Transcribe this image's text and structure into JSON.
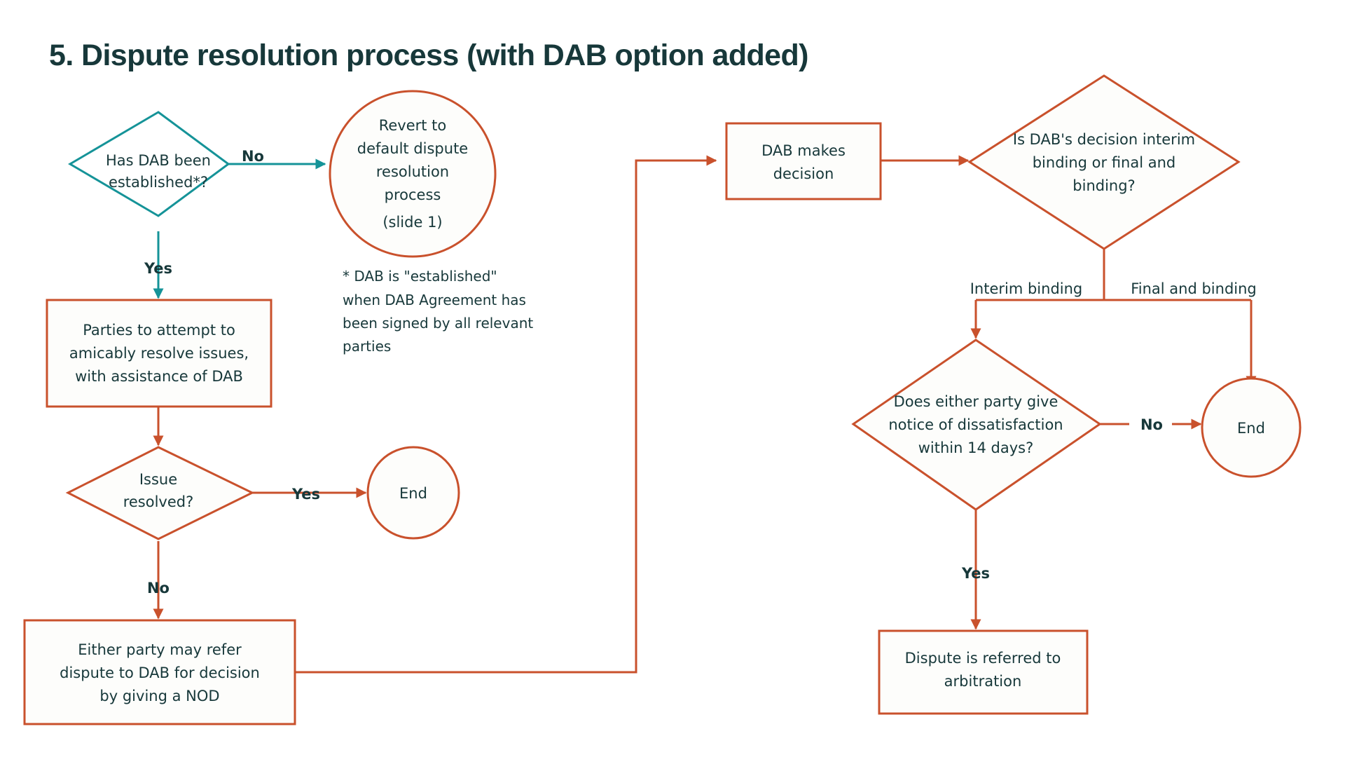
{
  "slide": {
    "title": "5. Dispute resolution process (with DAB option added)",
    "background": "#ffffff",
    "colors": {
      "title": "#17383a",
      "orange": "#c9512c",
      "teal": "#159398",
      "text": "#17383a"
    }
  },
  "nodes": {
    "has_dab": {
      "shape": "diamond",
      "lines": [
        "Has DAB been",
        "established*?"
      ],
      "color": "#159398"
    },
    "revert": {
      "shape": "circle",
      "lines": [
        "Revert to",
        "default dispute",
        "resolution",
        "process",
        "(slide 1)"
      ],
      "color": "#c9512c"
    },
    "parties_attempt": {
      "shape": "rectangle",
      "lines": [
        "Parties to attempt to",
        "amicably resolve issues,",
        "with assistance of DAB"
      ],
      "color": "#c9512c"
    },
    "issue_resolved": {
      "shape": "diamond",
      "lines": [
        "Issue",
        "resolved?"
      ],
      "color": "#c9512c"
    },
    "end_left": {
      "shape": "circle",
      "lines": [
        "End"
      ],
      "color": "#c9512c"
    },
    "either_party_refer": {
      "shape": "rectangle",
      "lines": [
        "Either party may refer",
        "dispute to DAB for decision",
        "by giving a NOD"
      ],
      "color": "#c9512c"
    },
    "dab_makes_decision": {
      "shape": "rectangle",
      "lines": [
        "DAB makes",
        "decision"
      ],
      "color": "#c9512c"
    },
    "is_dab_decision": {
      "shape": "diamond",
      "lines": [
        "Is DAB's decision interim",
        "binding or final and",
        "binding?"
      ],
      "color": "#c9512c"
    },
    "notice_dissatisfaction": {
      "shape": "diamond",
      "lines": [
        "Does either party give",
        "notice of dissatisfaction",
        "within 14 days?"
      ],
      "color": "#c9512c"
    },
    "end_right": {
      "shape": "circle",
      "lines": [
        "End"
      ],
      "color": "#c9512c"
    },
    "arbitration": {
      "shape": "rectangle",
      "lines": [
        "Dispute is referred to",
        "arbitration"
      ],
      "color": "#c9512c"
    }
  },
  "edge_labels": {
    "has_dab_no": "No",
    "has_dab_yes": "Yes",
    "issue_resolved_yes": "Yes",
    "issue_resolved_no": "No",
    "interim_binding": "Interim binding",
    "final_and_binding": "Final and binding",
    "nod_no": "No",
    "nod_yes": "Yes"
  },
  "footnote": {
    "lines": [
      "* DAB is \"established\"",
      "when DAB Agreement has",
      "been signed by all relevant",
      "parties"
    ]
  }
}
